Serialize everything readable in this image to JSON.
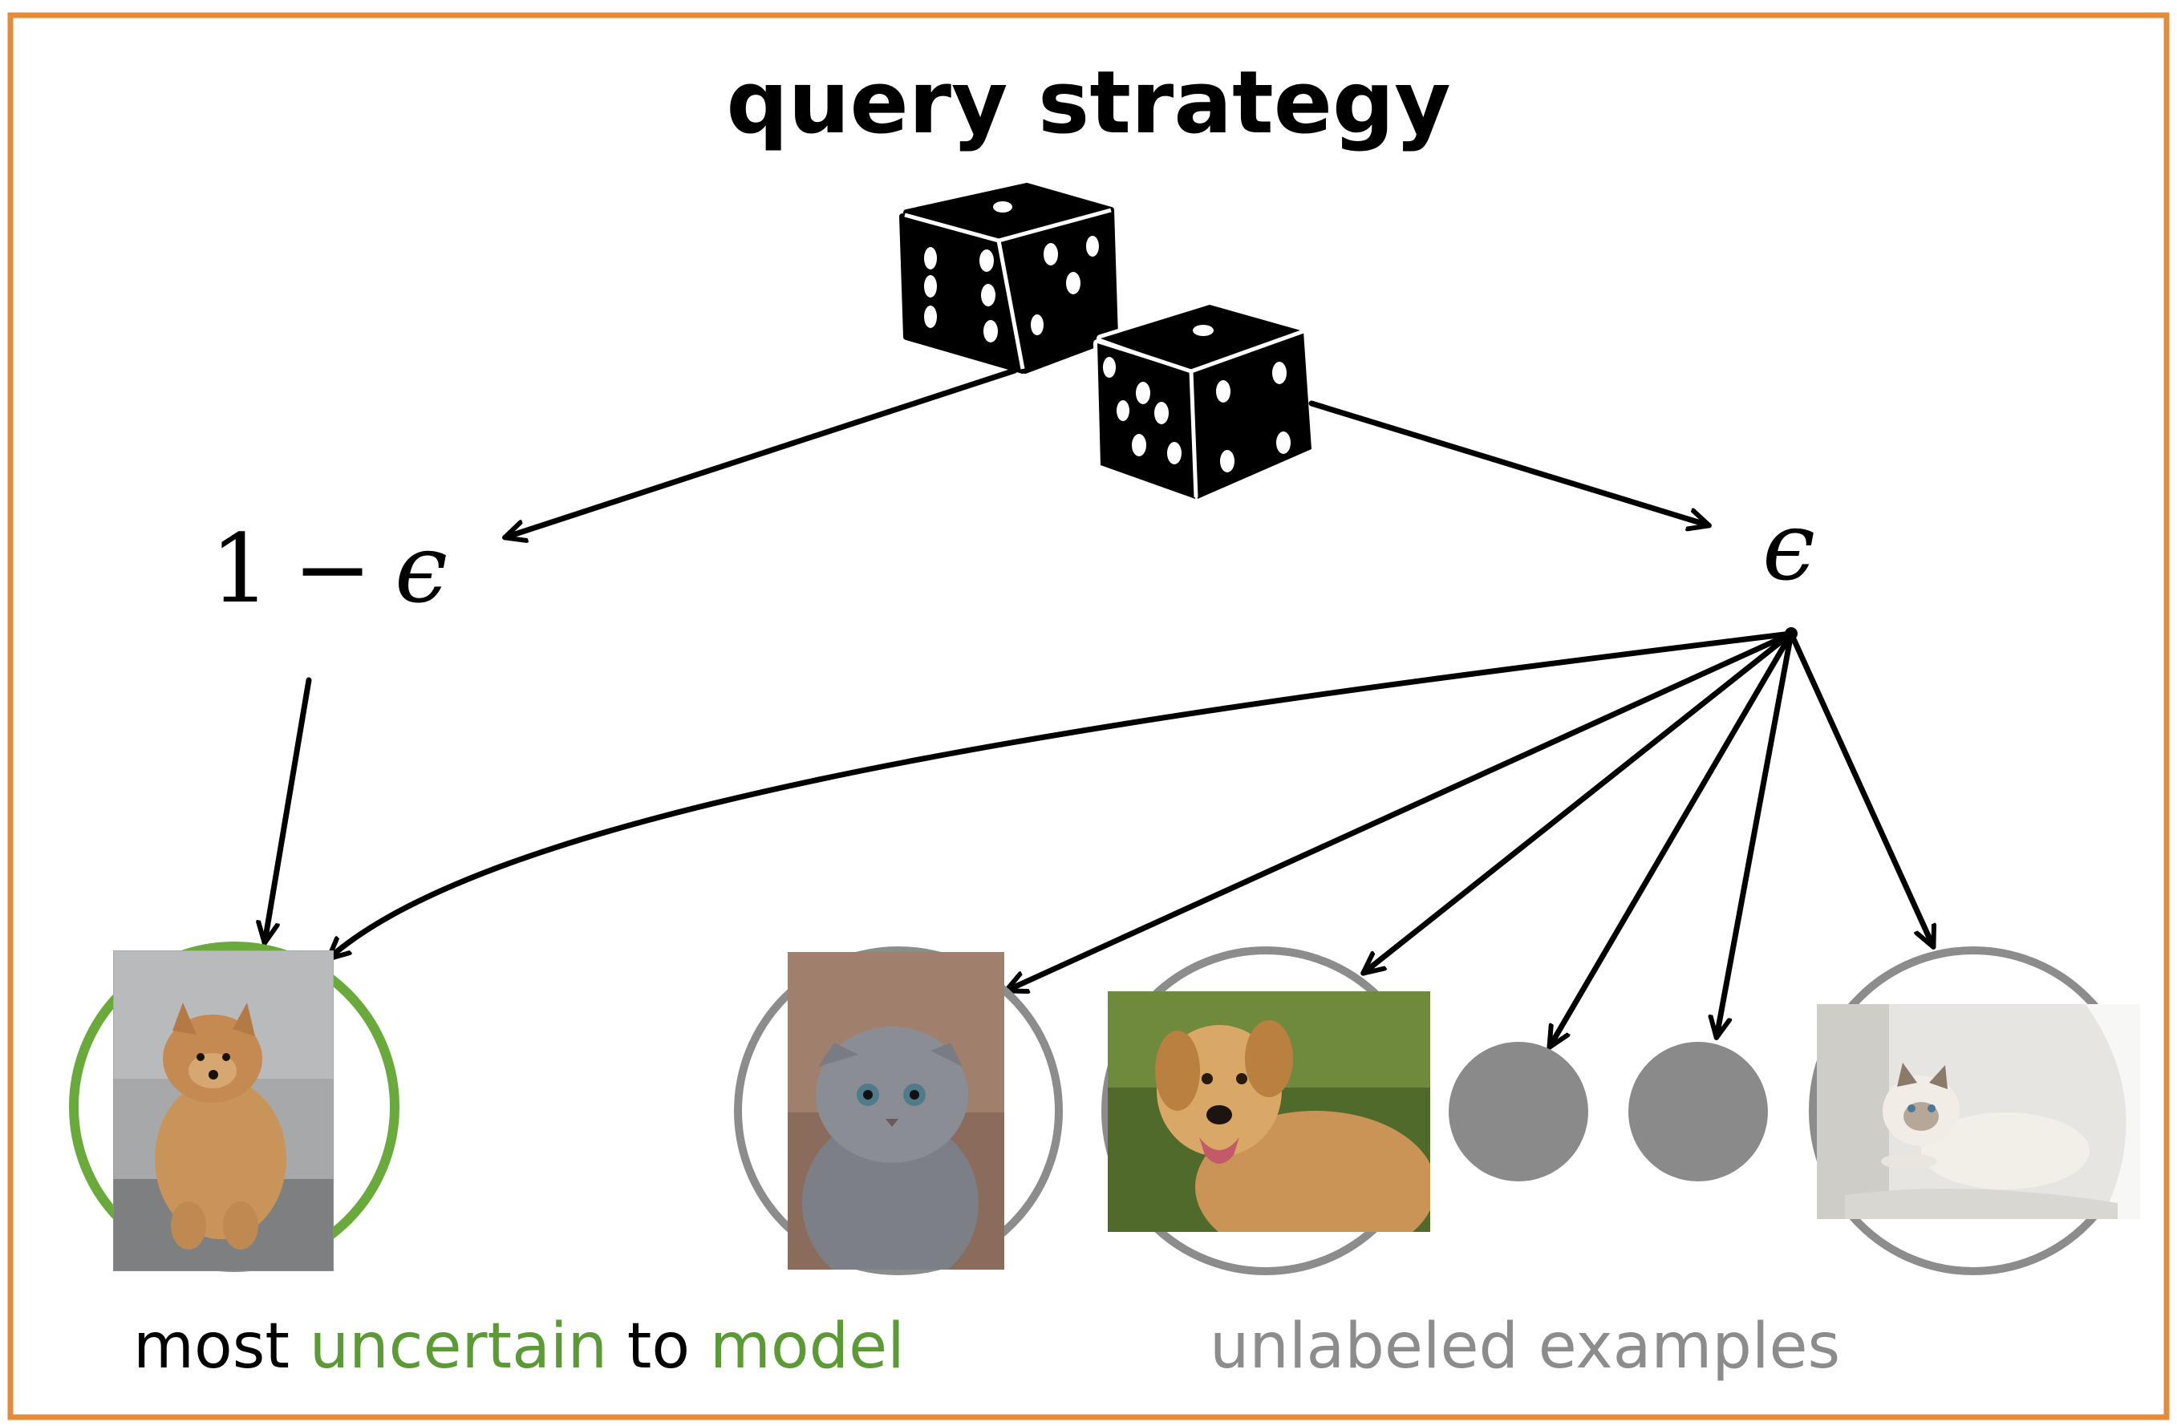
{
  "title": "query strategy",
  "branch_left": {
    "one": "1",
    "minus": "−",
    "epsilon": "ϵ"
  },
  "branch_right": {
    "epsilon": "ϵ"
  },
  "caption_left": {
    "part1": "most ",
    "part2": "uncertain",
    "part3": " to ",
    "part4": "model"
  },
  "caption_right": "unlabeled examples",
  "colors": {
    "frame": "#e58c3a",
    "green": "#6aaa3c",
    "green_text": "#5b9a35",
    "gray": "#8c8c8c",
    "gray_fill": "#8a8a8a",
    "black": "#000000"
  },
  "icons": {
    "dice": "dice-icon",
    "examples": [
      "pomeranian-dog-photo",
      "gray-kitten-photo",
      "golden-retriever-photo",
      "unlabeled-example-dot",
      "unlabeled-example-dot",
      "white-cat-photo"
    ]
  }
}
